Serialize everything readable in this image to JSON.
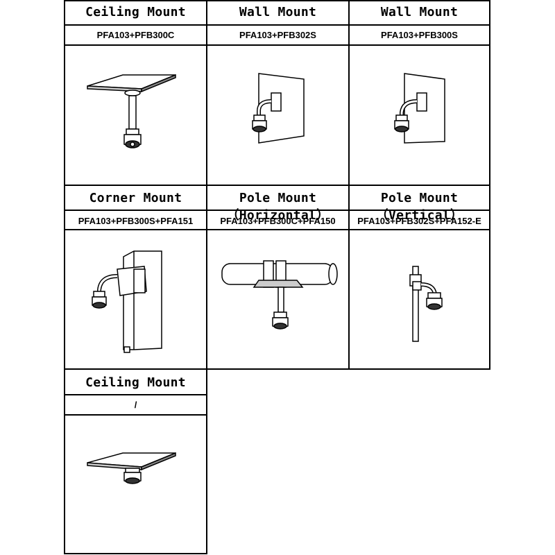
{
  "mounts": [
    {
      "title": "Ceiling Mount",
      "model": "PFA103+PFB300C",
      "illustration": "ceiling-pole-mount-icon"
    },
    {
      "title": "Wall Mount",
      "model": "PFA103+PFB302S",
      "illustration": "wall-mount-short-icon"
    },
    {
      "title": "Wall Mount",
      "model": "PFA103+PFB300S",
      "illustration": "wall-mount-icon"
    },
    {
      "title": "Corner Mount",
      "model": "PFA103+PFB300S+PFA151",
      "illustration": "corner-mount-icon"
    },
    {
      "title": "Pole Mount（Horizontal）",
      "model": "PFA103+PFB300C+PFA150",
      "illustration": "pole-mount-horizontal-icon"
    },
    {
      "title": "Pole Mount（Vertical）",
      "model": "PFA103+PFB302S+PFA152-E",
      "illustration": "pole-mount-vertical-icon"
    },
    {
      "title": "Ceiling Mount",
      "model": "/",
      "illustration": "ceiling-flush-mount-icon"
    }
  ],
  "colors": {
    "line": "#000000",
    "background": "#ffffff",
    "wall": "#ffffff"
  }
}
